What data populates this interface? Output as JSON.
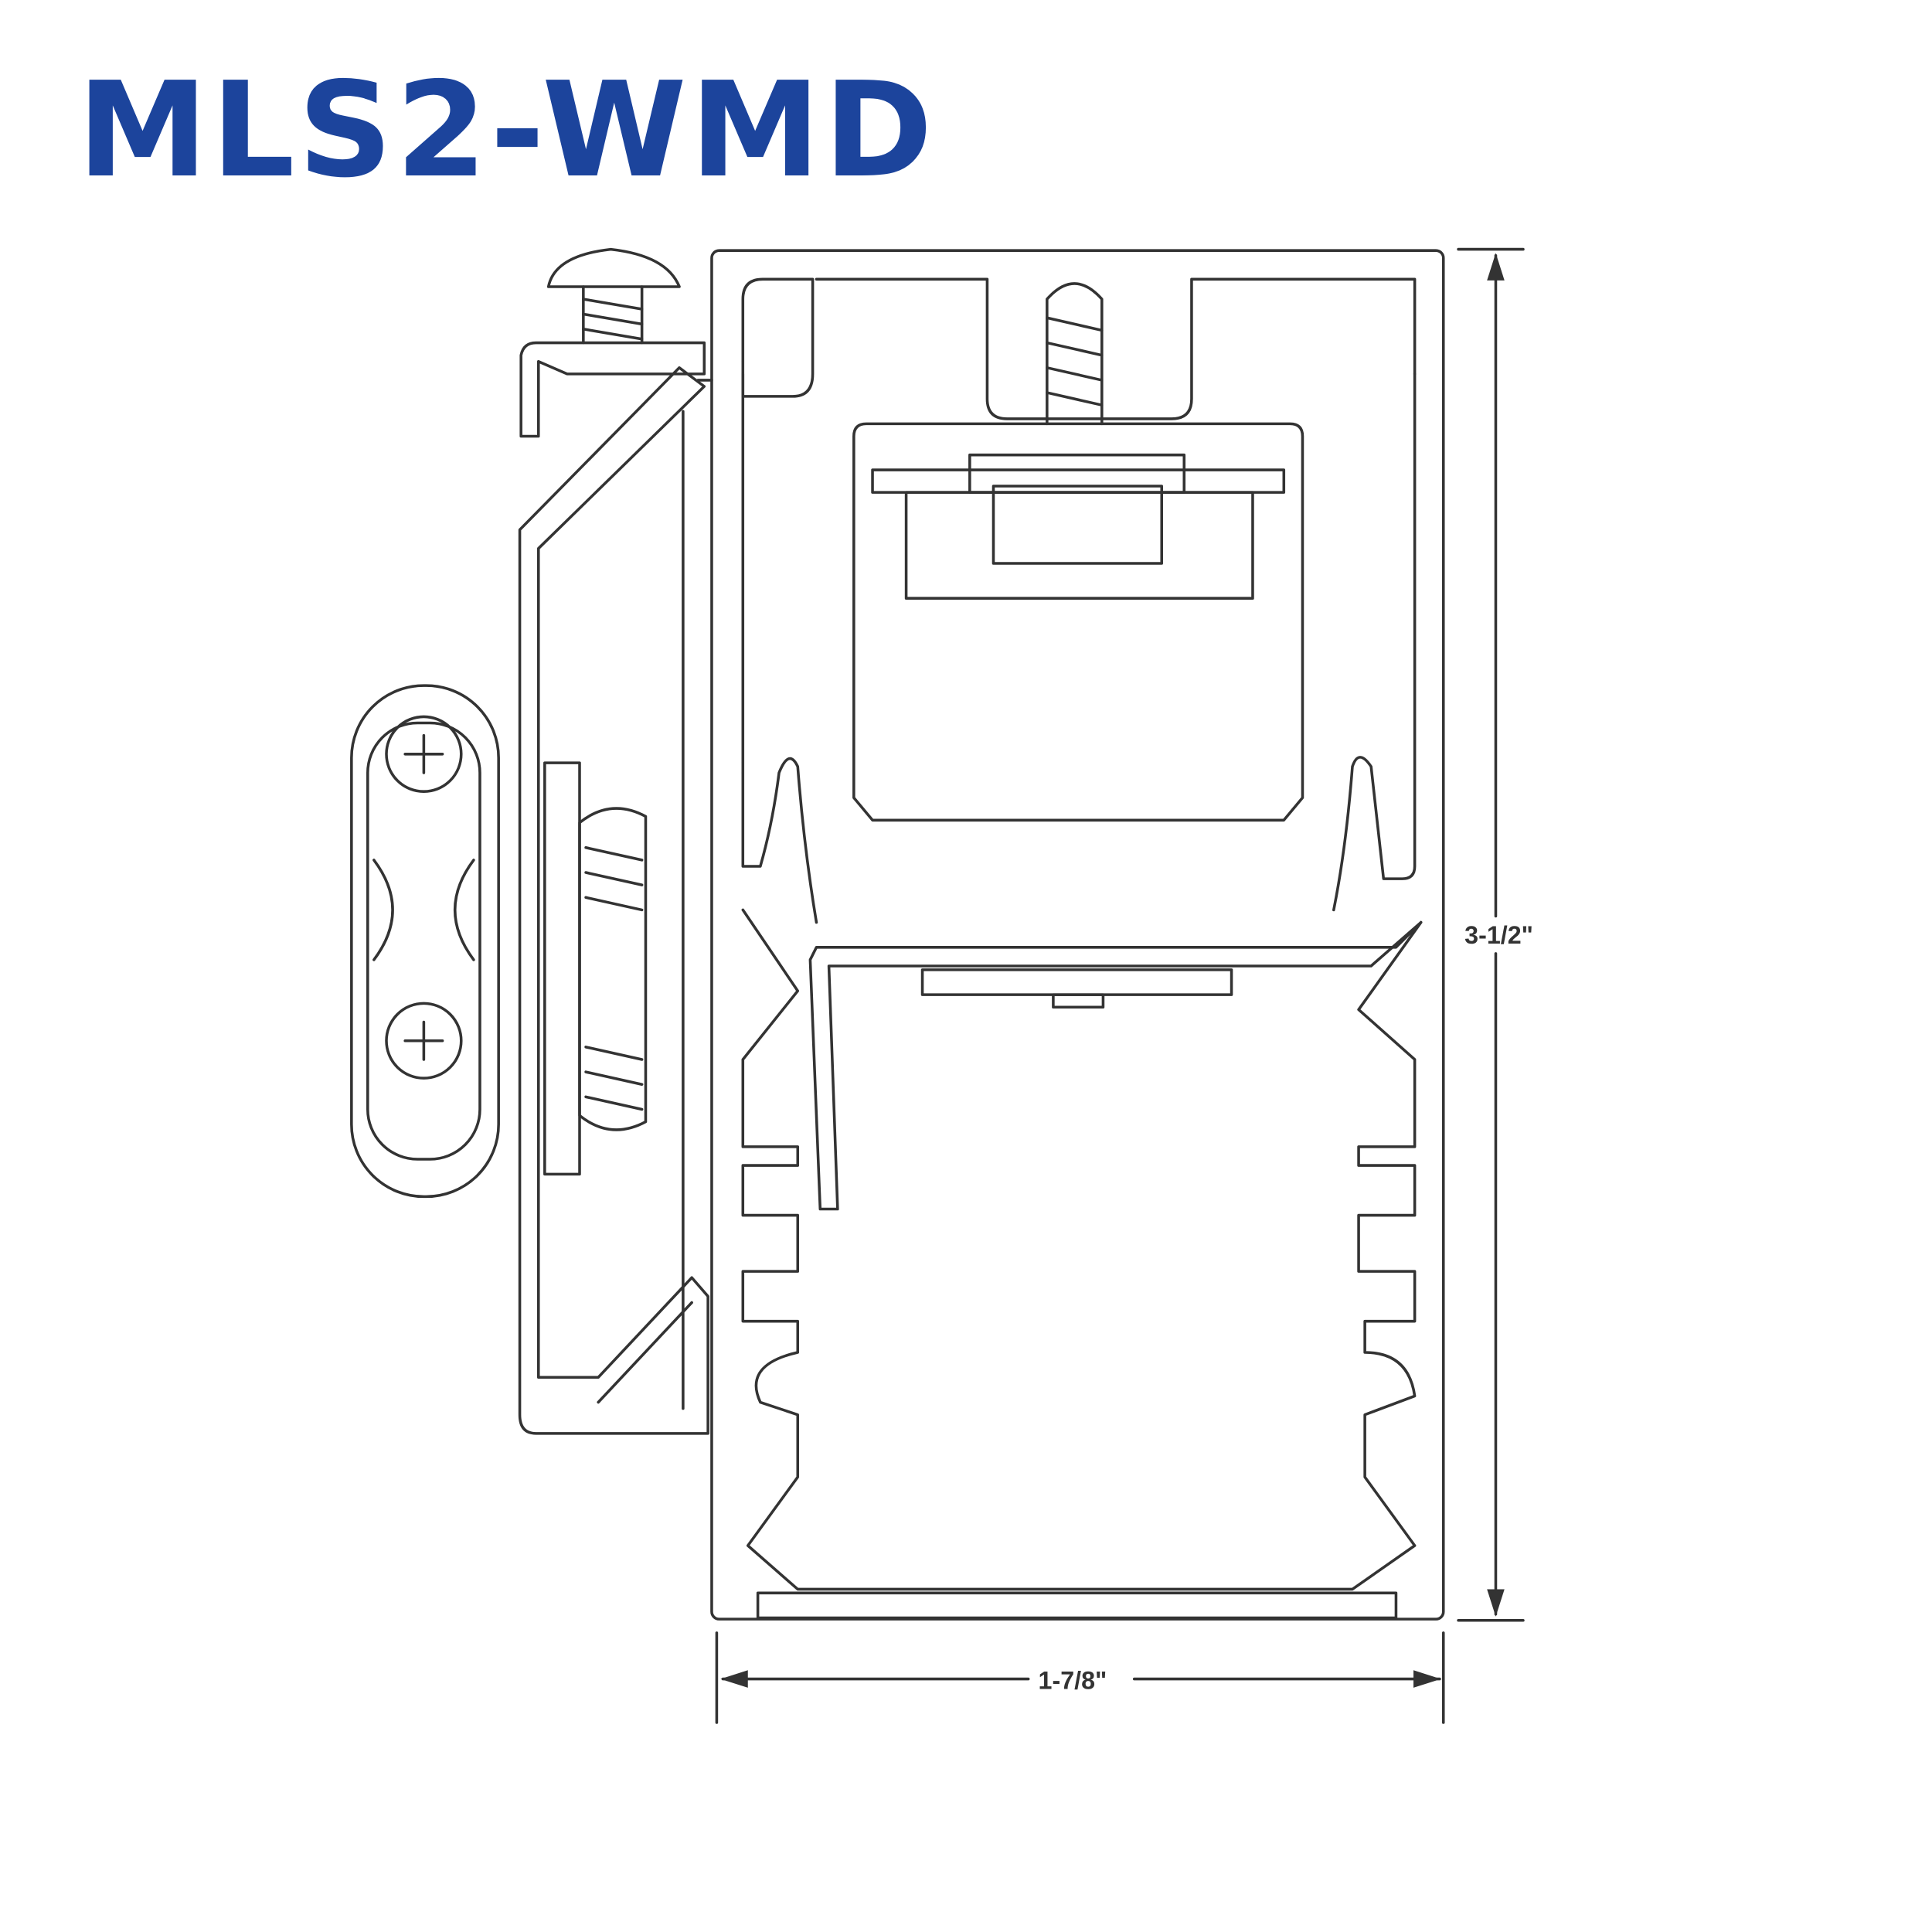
{
  "title": "MLS2-WMD",
  "dimensions": {
    "height": "3-1/2\"",
    "width": "1-7/8\""
  },
  "colors": {
    "title": "#1c449c",
    "line": "#333333"
  }
}
